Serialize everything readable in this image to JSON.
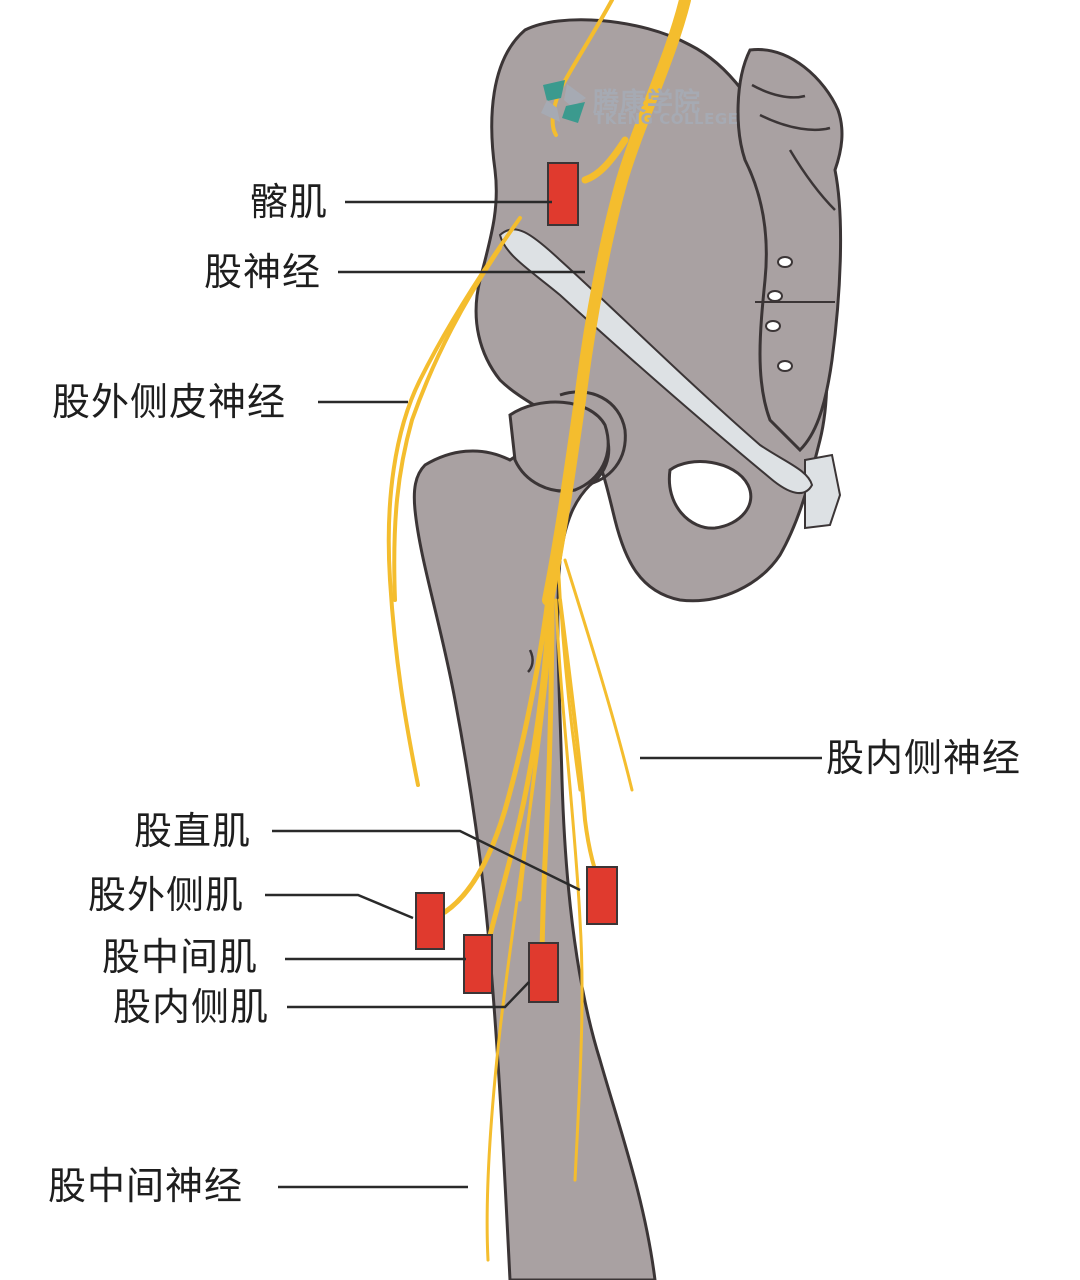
{
  "logo": {
    "name_cn": "腾康学院",
    "name_en": "TKENG COLLEGE"
  },
  "labels": {
    "iliacus": "髂肌",
    "femoral_nerve": "股神经",
    "lateral_femoral_cutaneous_nerve": "股外侧皮神经",
    "medial_femoral_nerve": "股内侧神经",
    "rectus_femoris": "股直肌",
    "vastus_lateralis": "股外侧肌",
    "vastus_intermedius": "股中间肌",
    "vastus_medialis": "股内侧肌",
    "intermediate_femoral_nerve": "股中间神经"
  },
  "colors": {
    "bone": "#a9a1a2",
    "bone_outline": "#3b3536",
    "nerve": "#f4bd2e",
    "ligament": "#dde1e4",
    "muscle_marker": "#e03a2e",
    "leader_line": "#2a2a2a",
    "label_text": "#1e1e1e",
    "logo_gray": "#a6aab3",
    "logo_teal": "#3b9a8e"
  }
}
